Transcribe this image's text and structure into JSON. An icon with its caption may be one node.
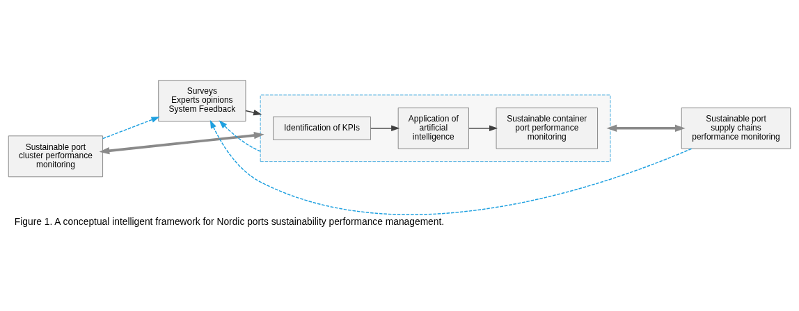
{
  "diagram": {
    "caption": "Figure 1. A conceptual intelligent framework for Nordic ports sustainability performance management.",
    "nodes": [
      {
        "text": [
          "Sustainable port cluster performance monitoring"
        ]
      },
      {
        "text": [
          "Surveys",
          "Experts opinions",
          "System Feedback"
        ]
      },
      {
        "text": [],
        "shape": "box"
      },
      {
        "text": [
          "Identification of KPIs"
        ],
        "in": 2
      },
      {
        "text": [
          "Application of artificial intelligence"
        ],
        "in": 2
      },
      {
        "text": [
          "Sustainable container port performance monitoring"
        ],
        "in": 2
      },
      {
        "text": [
          "Sustainable port supply chains performance monitoring"
        ]
      }
    ],
    "edges": [
      {
        "from": 1,
        "to": 2,
        "arrow": "to"
      },
      {
        "from": 3,
        "to": 4,
        "arrow": "to"
      },
      {
        "from": 4,
        "to": 5,
        "arrow": "to"
      },
      {
        "from": 0,
        "to": 2,
        "arrow": "both",
        "style": "thick"
      },
      {
        "from": 2,
        "to": 6,
        "arrow": "both",
        "style": "thick"
      },
      {
        "from": 0,
        "to": 1,
        "arrow": "to",
        "style": "dashed",
        "color": "#1ea0e0"
      },
      {
        "from": 6,
        "to": 1,
        "arrow": "to",
        "style": "dashed",
        "color": "#1ea0e0"
      },
      {
        "from": 2,
        "to": 1,
        "arrow": "to",
        "style": "dashed",
        "color": "#1ea0e0"
      }
    ]
  }
}
